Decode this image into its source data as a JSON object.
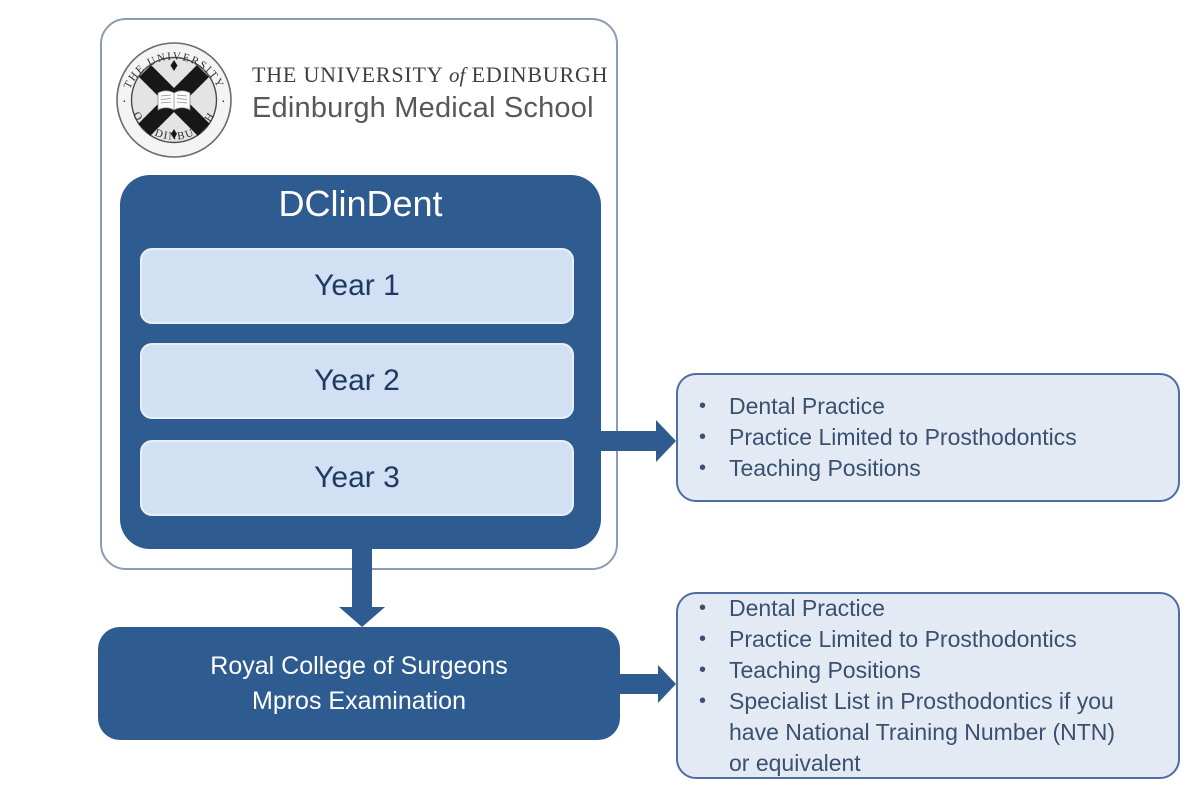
{
  "header": {
    "university_name_prefix": "THE UNIVERSITY ",
    "university_name_of": "of",
    "university_name_suffix": " EDINBURGH",
    "school_name": "Edinburgh Medical School",
    "crest": {
      "top_text": "THE UNIVERSITY",
      "bottom_text": "OF EDINBURGH",
      "separator_dot": "·"
    }
  },
  "programme": {
    "title": "DClinDent",
    "years": [
      {
        "label": "Year 1"
      },
      {
        "label": "Year 2"
      },
      {
        "label": "Year 3"
      }
    ]
  },
  "exam_box": {
    "line1": "Royal College of Surgeons",
    "line2": "Mpros Examination"
  },
  "outcomes_after_year3": {
    "items": [
      "Dental Practice",
      "Practice Limited to Prosthodontics",
      "Teaching Positions"
    ]
  },
  "outcomes_after_exam": {
    "items": [
      "Dental Practice",
      "Practice Limited to Prosthodontics",
      "Teaching Positions",
      "Specialist List in Prosthodontics if you have National Training Number (NTN) or equivalent"
    ]
  },
  "glyphs": {
    "bullet": "•"
  },
  "colors": {
    "accent_dark_blue": "#2e5c90",
    "year_box_fill": "#d2e0f3",
    "outcome_box_fill": "#e3eaf4",
    "outcome_box_border": "#4d6e9e",
    "outcome_text": "#3a5070",
    "year_text_navy": "#1f3864",
    "card_border": "#8d9bb3",
    "title_text_white": "#ffffff"
  }
}
